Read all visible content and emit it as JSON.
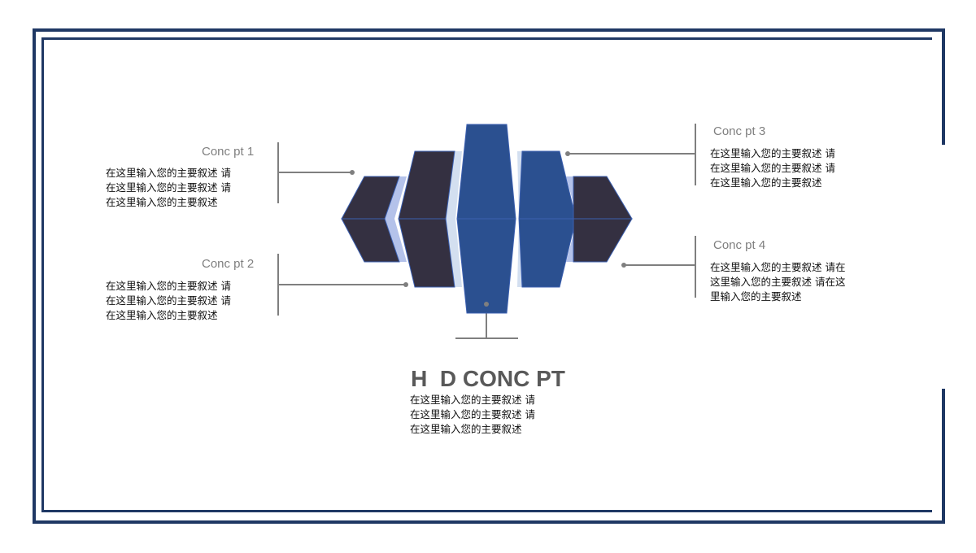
{
  "colors": {
    "frame": "#1f3864",
    "dark_block": "#343041",
    "blue_block": "#2b5090",
    "light_facet": "#b4c2ea",
    "pale_facet": "#d3dff0",
    "connector": "#7f7f7f"
  },
  "points": [
    {
      "title": "Conc pt 1",
      "text": "在这里输入您的主要叙述  请\n在这里输入您的主要叙述  请\n在这里输入您的主要叙述"
    },
    {
      "title": "Conc pt 2",
      "text": "在这里输入您的主要叙述  请\n在这里输入您的主要叙述  请\n在这里输入您的主要叙述"
    },
    {
      "title": "Conc pt 3",
      "text": "在这里输入您的主要叙述  请\n在这里输入您的主要叙述  请\n在这里输入您的主要叙述"
    },
    {
      "title": "Conc pt 4",
      "text": "在这里输入您的主要叙述  请在\n这里输入您的主要叙述  请在这\n里输入您的主要叙述"
    }
  ],
  "center": {
    "title": "H  D CONC PT",
    "text": "在这里输入您的主要叙述  请\n在这里输入您的主要叙述  请\n在这里输入您的主要叙述"
  }
}
